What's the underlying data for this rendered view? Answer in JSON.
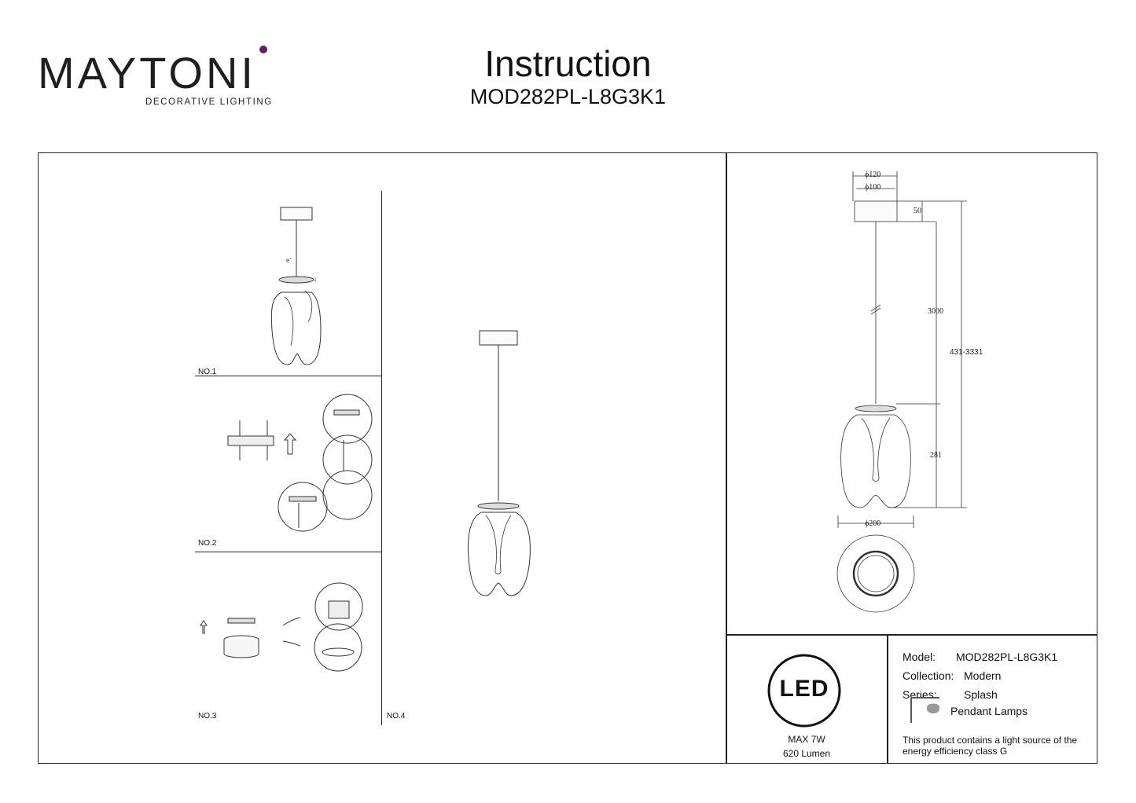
{
  "header": {
    "logo_text": "MAYTONI",
    "logo_subtitle": "DECORATIVE LIGHTING",
    "title": "Instruction",
    "model": "MOD282PL-L8G3K1"
  },
  "steps": {
    "no1": "NO.1",
    "no2": "NO.2",
    "no3": "NO.3",
    "no4": "NO.4"
  },
  "dimensions": {
    "canopy_outer": "ϕ120",
    "canopy_inner": "ϕ100",
    "canopy_height": "50",
    "cable_length": "3000",
    "total_height": "431-3331",
    "shade_height": "281",
    "shade_diameter": "ϕ200"
  },
  "led_badge": {
    "text": "LED",
    "power": "MAX 7W",
    "lumen": "620 Lumen"
  },
  "specs": {
    "model_label": "Model:",
    "model_value": "MOD282PL-L8G3K1",
    "collection_label": "Collection:",
    "collection_value": "Modern",
    "series_label": "Series:",
    "series_value": "Splash",
    "type_value": "Pendant Lamps",
    "energy_note": "This product contains a light source of the energy efficiency class G"
  }
}
